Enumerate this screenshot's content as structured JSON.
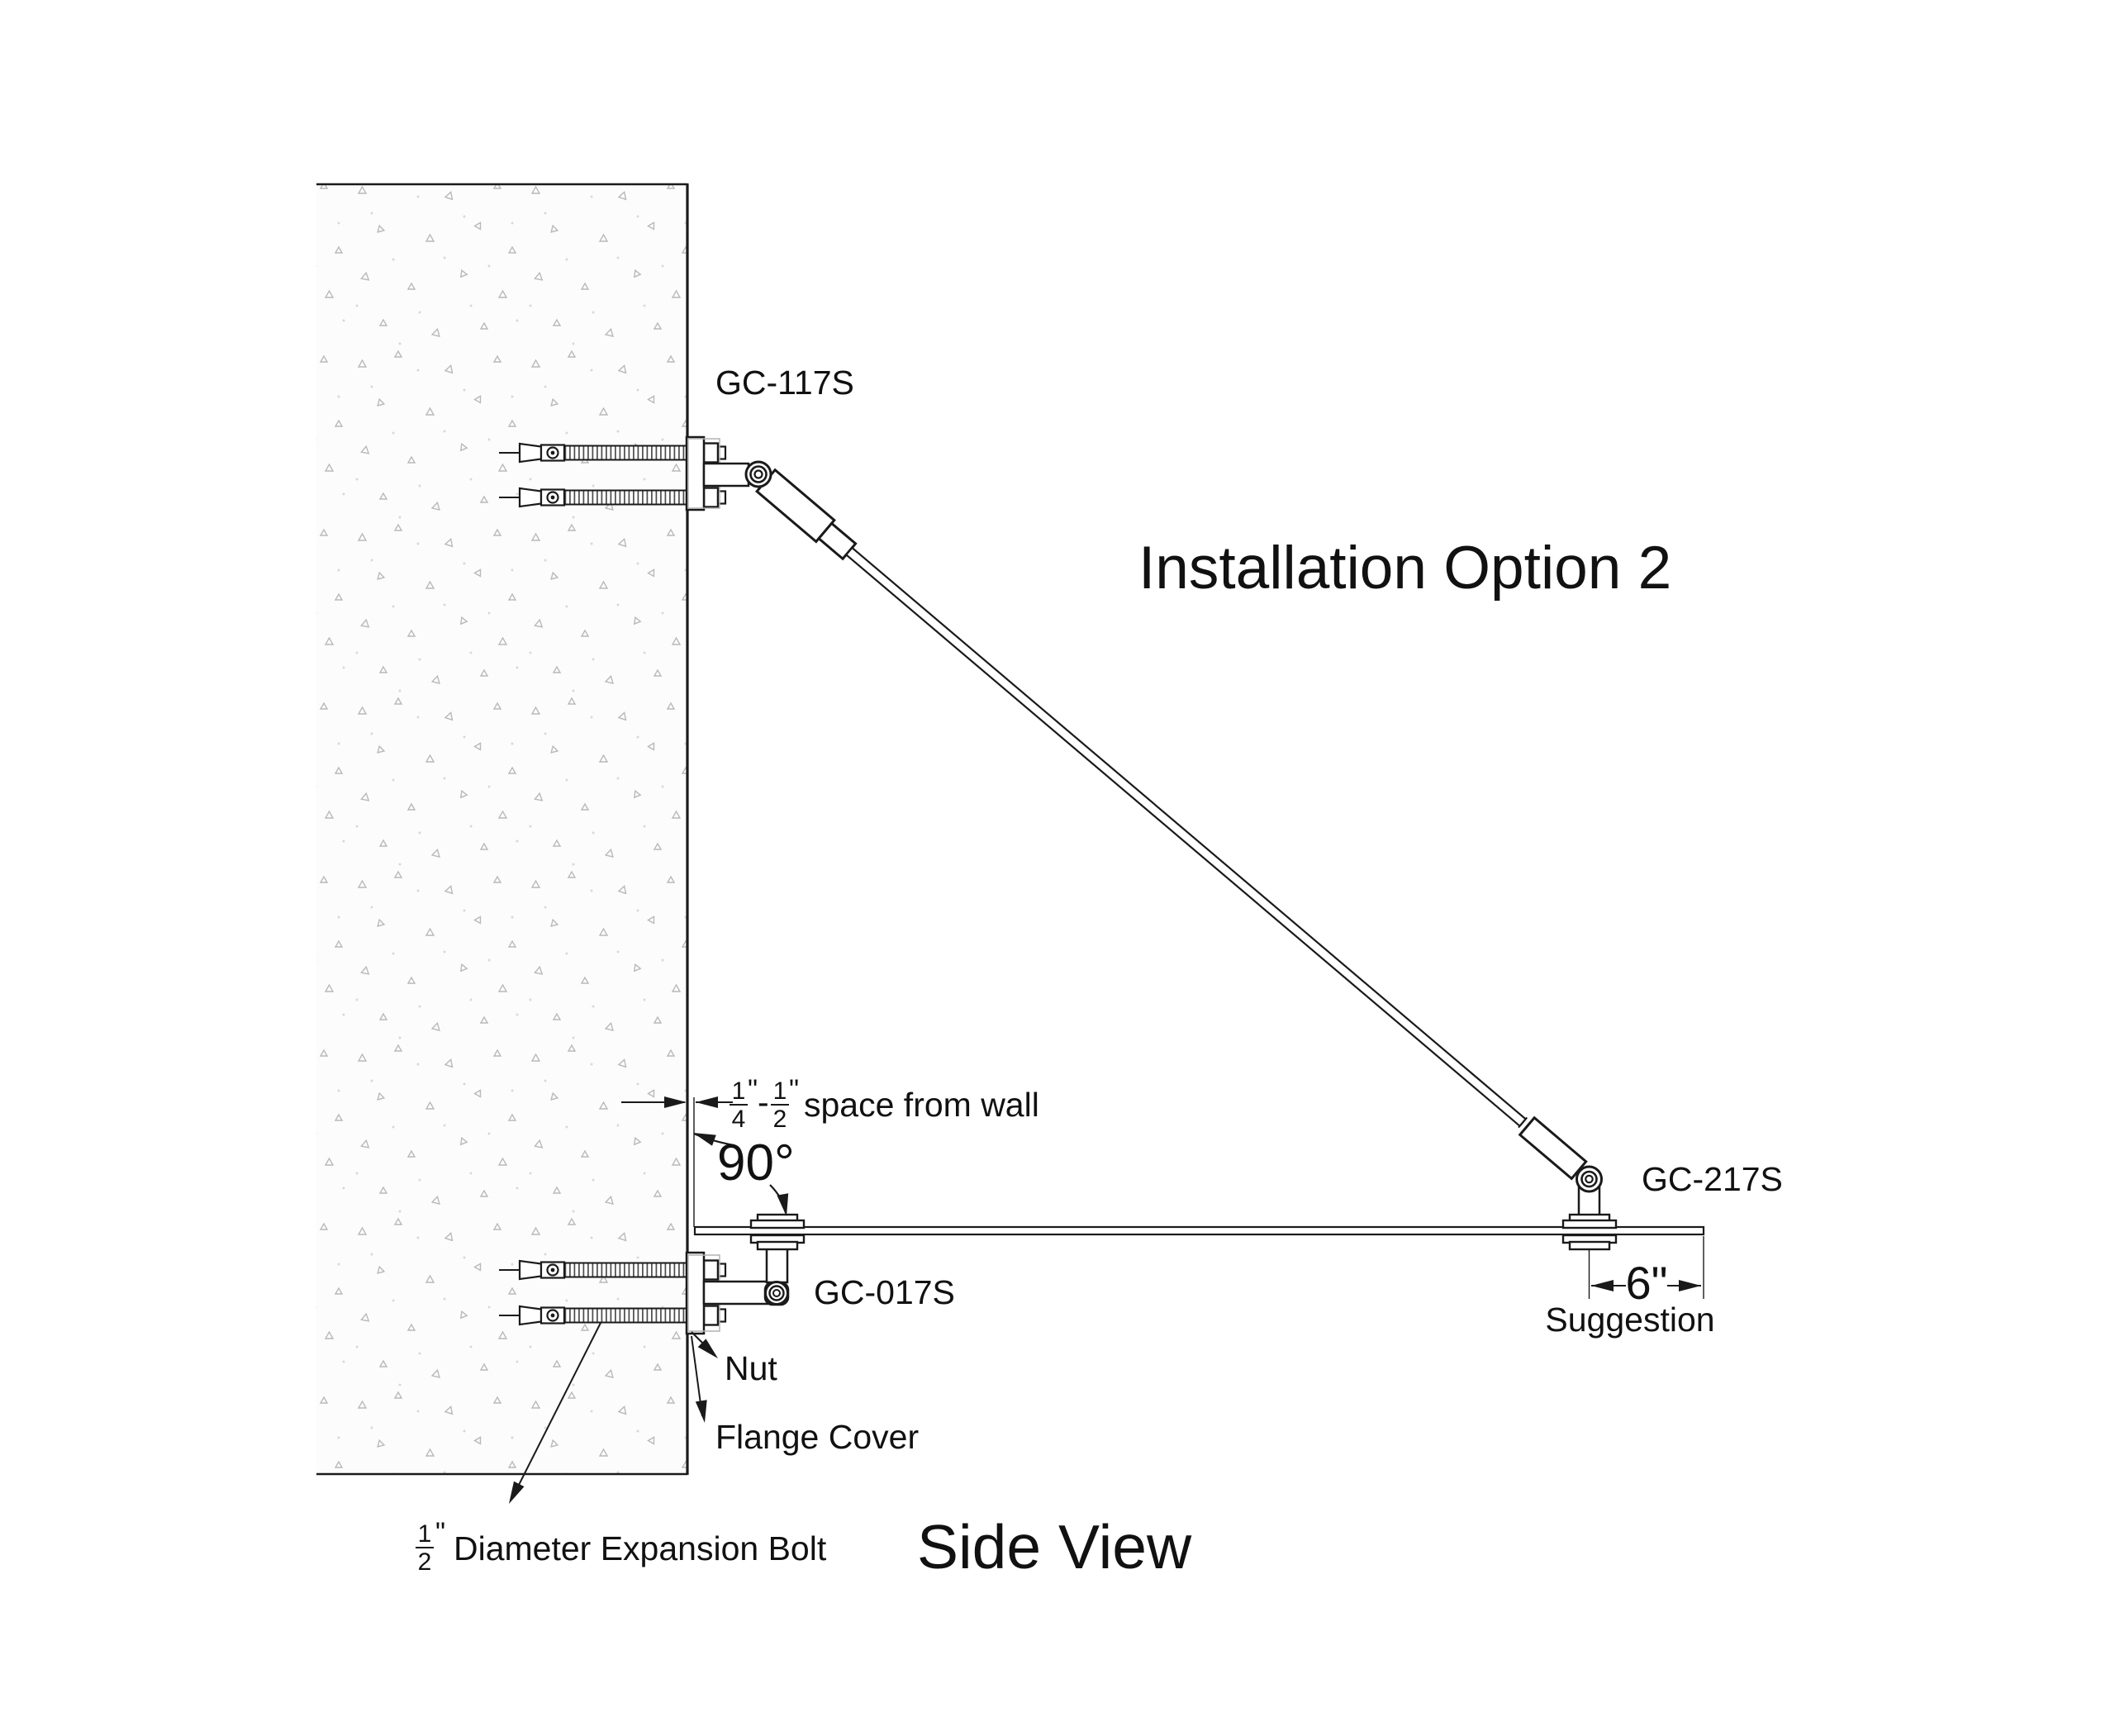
{
  "drawing": {
    "title": "Installation Option 2",
    "view_label": "Side View"
  },
  "part_labels": {
    "top_bracket": "GC-117S",
    "bottom_bracket": "GC-017S",
    "glass_fitting": "GC-217S",
    "nut": "Nut",
    "flange_cover": "Flange Cover"
  },
  "annotations": {
    "wall_space": {
      "frac1_num": "1",
      "frac1_den": "4",
      "inch_mark_1": "\"",
      "separator": "-",
      "frac2_num": "1",
      "frac2_den": "2",
      "inch_mark_2": "\"",
      "text": "space from wall"
    },
    "angle": "90°",
    "glass_overhang": {
      "value": "6\"",
      "note": "Suggestion"
    },
    "expansion_bolt": {
      "frac_num": "1",
      "frac_den": "2",
      "inch_mark": "\"",
      "text": "Diameter Expansion Bolt"
    }
  },
  "colors": {
    "line": "#1a1a1a",
    "texture_speckle": "#b9b9b9",
    "wall_fill": "#fcfcfc"
  }
}
